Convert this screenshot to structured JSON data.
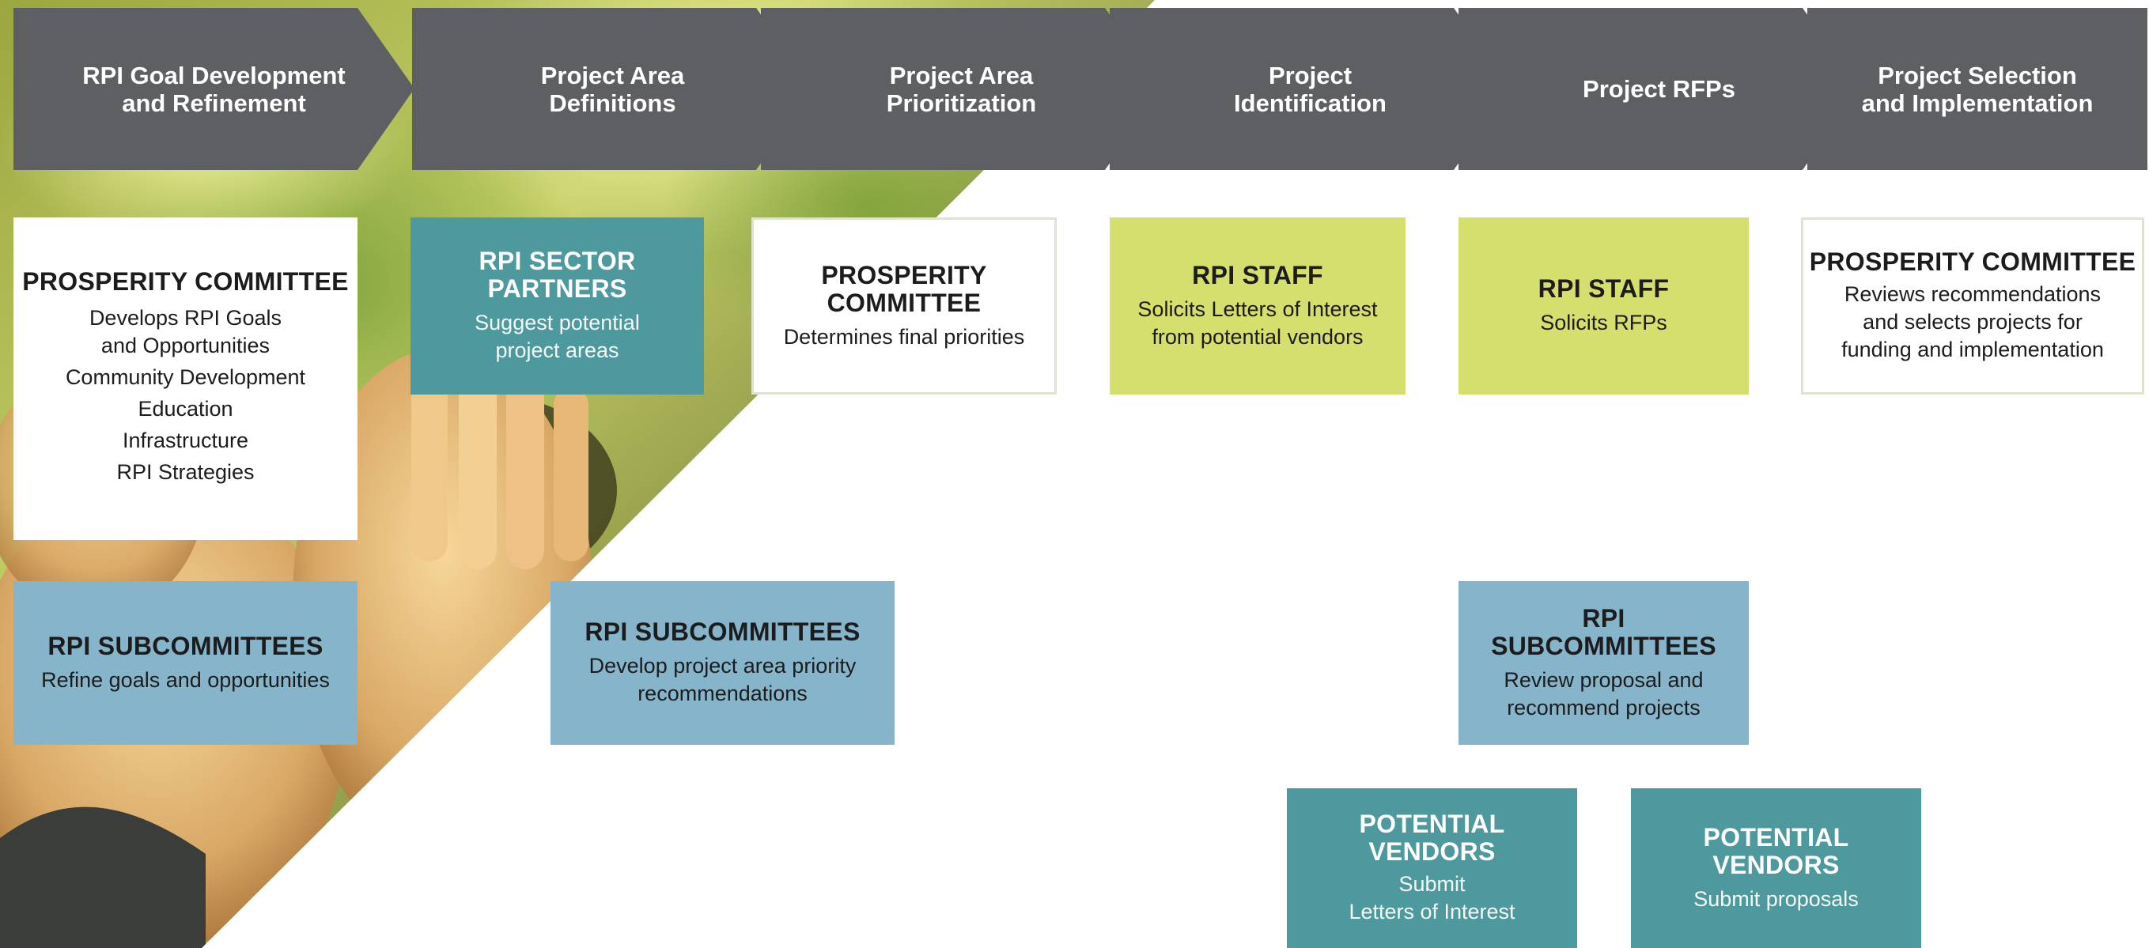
{
  "colors": {
    "step_fill": "#5e5f63",
    "teal": "#4e999e",
    "lime": "#d5df6e",
    "light_blue": "#85b4cb",
    "outline": "#e2e2d2",
    "background": "#ffffff"
  },
  "background_image": "photo of raised hands (voting) with green-yellow overlay",
  "process_steps": [
    {
      "label": "RPI Goal Development\nand Refinement"
    },
    {
      "label": "Project Area\nDefinitions"
    },
    {
      "label": "Project Area\nPrioritization"
    },
    {
      "label": "Project\nIdentification"
    },
    {
      "label": "Project RFPs"
    },
    {
      "label": "Project Selection\nand Implementation"
    }
  ],
  "boxes": {
    "prosperity_1": {
      "title": "PROSPERITY COMMITTEE",
      "items": [
        "Develops RPI Goals\nand Opportunities",
        "Community Development",
        "Education",
        "Infrastructure",
        "RPI Strategies"
      ]
    },
    "sector_partners": {
      "title": "RPI SECTOR\nPARTNERS",
      "text": "Suggest potential\nproject areas"
    },
    "prosperity_2": {
      "title": "PROSPERITY\nCOMMITTEE",
      "text": "Determines final priorities"
    },
    "staff_1": {
      "title": "RPI STAFF",
      "text": "Solicits Letters of Interest\nfrom potential vendors"
    },
    "staff_2": {
      "title": "RPI STAFF",
      "text": "Solicits RFPs"
    },
    "prosperity_3": {
      "title": "PROSPERITY COMMITTEE",
      "text": "Reviews recommendations\nand selects projects for\nfunding and implementation"
    },
    "subcommittees_1": {
      "title": "RPI SUBCOMMITTEES",
      "text": "Refine goals and opportunities"
    },
    "subcommittees_2": {
      "title": "RPI SUBCOMMITTEES",
      "text": "Develop project area priority\nrecommendations"
    },
    "subcommittees_3": {
      "title": "RPI\nSUBCOMMITTEES",
      "text": "Review proposal and\nrecommend projects"
    },
    "vendors_1": {
      "title": "POTENTIAL\nVENDORS",
      "text": "Submit\nLetters of Interest"
    },
    "vendors_2": {
      "title": "POTENTIAL\nVENDORS",
      "text": "Submit proposals"
    }
  }
}
